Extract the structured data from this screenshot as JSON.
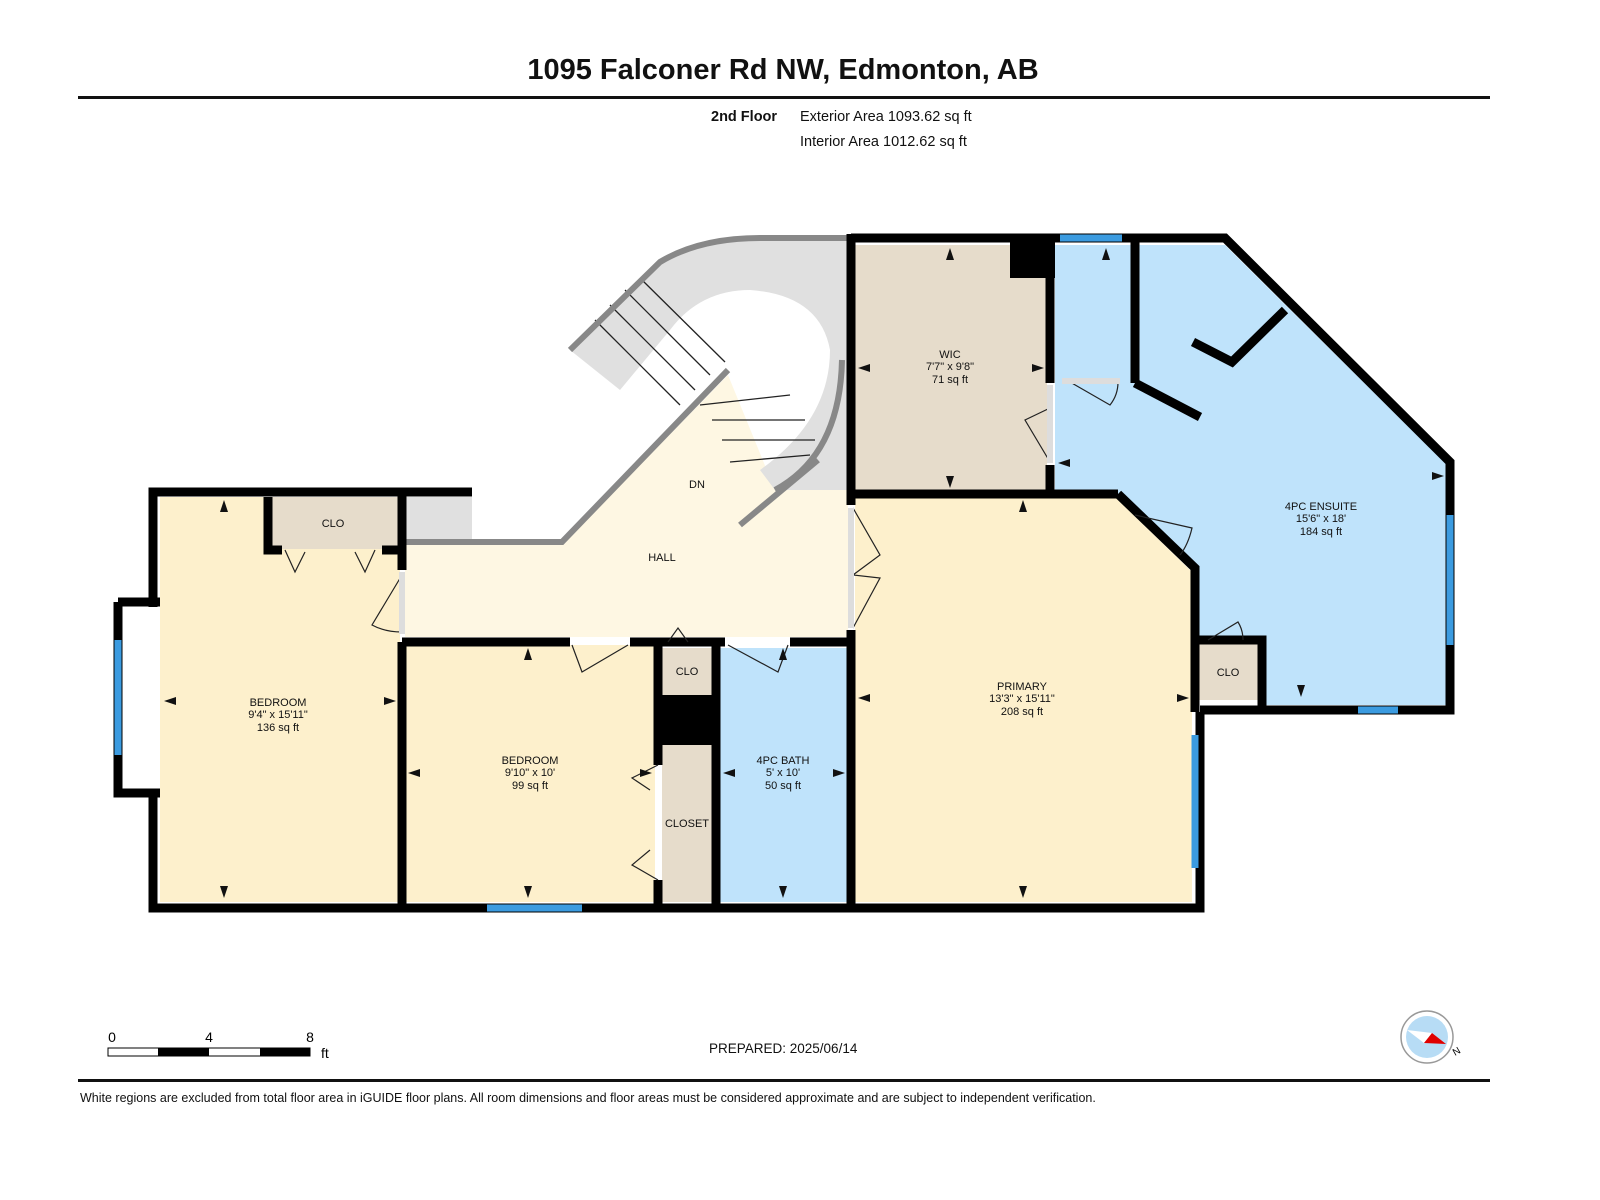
{
  "title": "1095 Falconer Rd NW, Edmonton, AB",
  "floor": {
    "name": "2nd Floor",
    "exterior_area": "Exterior Area 1093.62 sq ft",
    "interior_area": "Interior Area 1012.62 sq ft"
  },
  "rooms": {
    "bedroom1": {
      "name": "BEDROOM",
      "dims": "9'4\" x 15'11\"",
      "area": "136 sq ft"
    },
    "bedroom2": {
      "name": "BEDROOM",
      "dims": "9'10\" x 10'",
      "area": "99 sq ft"
    },
    "bath": {
      "name": "4PC BATH",
      "dims": "5' x 10'",
      "area": "50 sq ft"
    },
    "primary": {
      "name": "PRIMARY",
      "dims": "13'3\" x 15'11\"",
      "area": "208 sq ft"
    },
    "wic": {
      "name": "WIC",
      "dims": "7'7\" x 9'8\"",
      "area": "71 sq ft"
    },
    "ensuite": {
      "name": "4PC ENSUITE",
      "dims": "15'6\" x 18'",
      "area": "184 sq ft"
    },
    "hall": {
      "name": "HALL"
    },
    "stairs": {
      "name": "DN"
    },
    "clo_bed1": {
      "name": "CLO"
    },
    "clo_hall": {
      "name": "CLO"
    },
    "closet": {
      "name": "CLOSET"
    },
    "clo_ensuite": {
      "name": "CLO"
    }
  },
  "scale": {
    "ticks": [
      "0",
      "4",
      "8"
    ],
    "unit": "ft"
  },
  "prepared": "PREPARED: 2025/06/14",
  "compass": {
    "north_label": "N"
  },
  "footnote": "White regions are excluded from total floor area in iGUIDE floor plans. All room dimensions and floor areas must be considered approximate and are subject to independent verification.",
  "colors": {
    "bedroom": "#fdf0cc",
    "hall": "#fef7e3",
    "closet": "#e6dccb",
    "bath": "#bfe3fb",
    "stairs": "#e0e0e0",
    "window": "#3b9be0",
    "wall": "#000000"
  }
}
